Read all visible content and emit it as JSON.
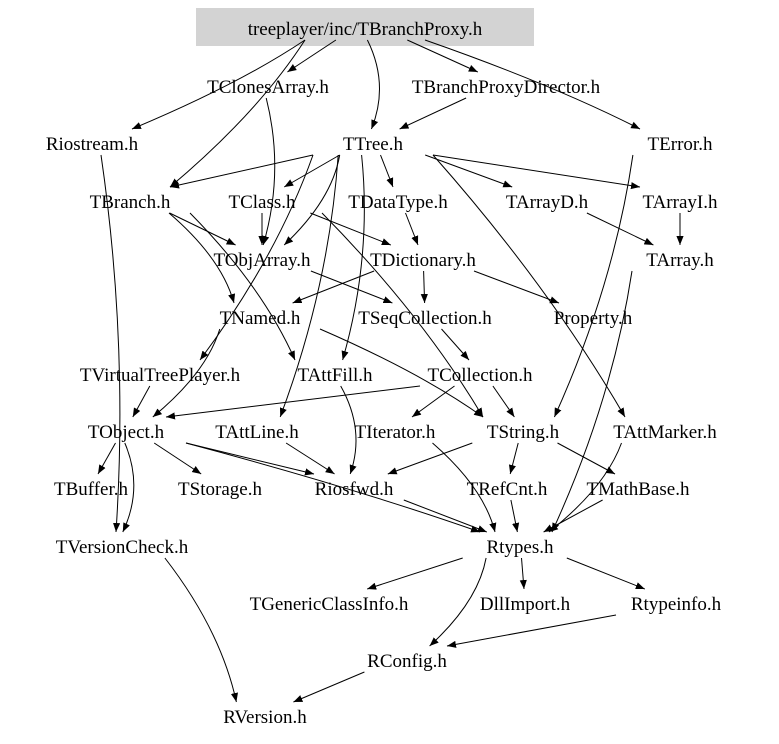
{
  "graph": {
    "root": "treeplayer/inc/TBranchProxy.h",
    "root_fill": "#d3d3d3",
    "nodes": [
      "treeplayer/inc/TBranchProxy.h",
      "TClonesArray.h",
      "TBranchProxyDirector.h",
      "Riostream.h",
      "TTree.h",
      "TError.h",
      "TBranch.h",
      "TClass.h",
      "TDataType.h",
      "TArrayD.h",
      "TArrayI.h",
      "TObjArray.h",
      "TDictionary.h",
      "TArray.h",
      "TNamed.h",
      "TSeqCollection.h",
      "Property.h",
      "TVirtualTreePlayer.h",
      "TAttFill.h",
      "TCollection.h",
      "TObject.h",
      "TAttLine.h",
      "TIterator.h",
      "TString.h",
      "TAttMarker.h",
      "TBuffer.h",
      "TStorage.h",
      "Riosfwd.h",
      "TRefCnt.h",
      "TMathBase.h",
      "TVersionCheck.h",
      "Rtypes.h",
      "TGenericClassInfo.h",
      "DllImport.h",
      "Rtypeinfo.h",
      "RConfig.h",
      "RVersion.h"
    ],
    "edges": [
      [
        "treeplayer/inc/TBranchProxy.h",
        "TClonesArray.h"
      ],
      [
        "treeplayer/inc/TBranchProxy.h",
        "TBranchProxyDirector.h"
      ],
      [
        "treeplayer/inc/TBranchProxy.h",
        "TTree.h"
      ],
      [
        "treeplayer/inc/TBranchProxy.h",
        "TError.h"
      ],
      [
        "treeplayer/inc/TBranchProxy.h",
        "Riostream.h"
      ],
      [
        "treeplayer/inc/TBranchProxy.h",
        "TBranch.h"
      ],
      [
        "TClonesArray.h",
        "TObjArray.h"
      ],
      [
        "TBranchProxyDirector.h",
        "TTree.h"
      ],
      [
        "TTree.h",
        "TBranch.h"
      ],
      [
        "TTree.h",
        "TClass.h"
      ],
      [
        "TTree.h",
        "TDataType.h"
      ],
      [
        "TTree.h",
        "TArrayD.h"
      ],
      [
        "TTree.h",
        "TArrayI.h"
      ],
      [
        "TTree.h",
        "TObjArray.h"
      ],
      [
        "TTree.h",
        "TVirtualTreePlayer.h"
      ],
      [
        "TTree.h",
        "TAttFill.h"
      ],
      [
        "TTree.h",
        "TAttMarker.h"
      ],
      [
        "TTree.h",
        "TAttLine.h"
      ],
      [
        "Riostream.h",
        "TVersionCheck.h"
      ],
      [
        "TError.h",
        "TString.h"
      ],
      [
        "TBranch.h",
        "TNamed.h"
      ],
      [
        "TBranch.h",
        "TObjArray.h"
      ],
      [
        "TBranch.h",
        "TAttFill.h"
      ],
      [
        "TClass.h",
        "TObjArray.h"
      ],
      [
        "TClass.h",
        "TDictionary.h"
      ],
      [
        "TClass.h",
        "TString.h"
      ],
      [
        "TDataType.h",
        "TDictionary.h"
      ],
      [
        "TArrayD.h",
        "TArray.h"
      ],
      [
        "TArrayI.h",
        "TArray.h"
      ],
      [
        "TArray.h",
        "Rtypes.h"
      ],
      [
        "TDictionary.h",
        "TNamed.h"
      ],
      [
        "TDictionary.h",
        "Property.h"
      ],
      [
        "TDictionary.h",
        "TSeqCollection.h"
      ],
      [
        "TObjArray.h",
        "TSeqCollection.h"
      ],
      [
        "TNamed.h",
        "TObject.h"
      ],
      [
        "TNamed.h",
        "TString.h"
      ],
      [
        "TSeqCollection.h",
        "TCollection.h"
      ],
      [
        "TVirtualTreePlayer.h",
        "TObject.h"
      ],
      [
        "TAttFill.h",
        "Riosfwd.h"
      ],
      [
        "TCollection.h",
        "TObject.h"
      ],
      [
        "TCollection.h",
        "TIterator.h"
      ],
      [
        "TCollection.h",
        "TString.h"
      ],
      [
        "TObject.h",
        "TBuffer.h"
      ],
      [
        "TObject.h",
        "TStorage.h"
      ],
      [
        "TObject.h",
        "Riosfwd.h"
      ],
      [
        "TObject.h",
        "TVersionCheck.h"
      ],
      [
        "TObject.h",
        "Rtypes.h"
      ],
      [
        "TAttLine.h",
        "Riosfwd.h"
      ],
      [
        "TIterator.h",
        "Rtypes.h"
      ],
      [
        "TString.h",
        "Riosfwd.h"
      ],
      [
        "TString.h",
        "TRefCnt.h"
      ],
      [
        "TString.h",
        "TMathBase.h"
      ],
      [
        "TAttMarker.h",
        "Rtypes.h"
      ],
      [
        "TRefCnt.h",
        "Rtypes.h"
      ],
      [
        "TMathBase.h",
        "Rtypes.h"
      ],
      [
        "Riosfwd.h",
        "Rtypes.h"
      ],
      [
        "TVersionCheck.h",
        "RVersion.h"
      ],
      [
        "Rtypes.h",
        "TGenericClassInfo.h"
      ],
      [
        "Rtypes.h",
        "DllImport.h"
      ],
      [
        "Rtypes.h",
        "Rtypeinfo.h"
      ],
      [
        "Rtypes.h",
        "RConfig.h"
      ],
      [
        "Rtypeinfo.h",
        "RConfig.h"
      ],
      [
        "RConfig.h",
        "RVersion.h"
      ]
    ]
  }
}
